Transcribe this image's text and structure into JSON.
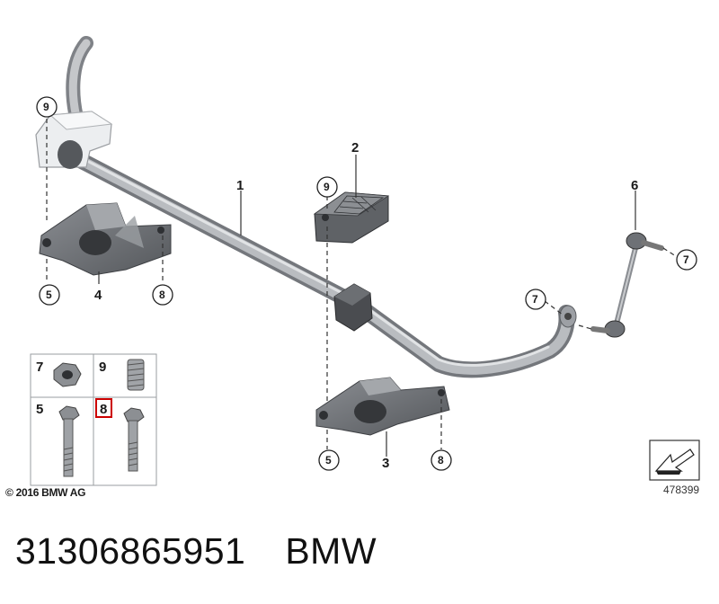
{
  "diagram": {
    "callouts": {
      "bar": "1",
      "clamp_top": "2",
      "bracket_right": "3",
      "bracket_left": "4",
      "bolt_left": "5",
      "bolt_right": "5",
      "link": "6",
      "nut_link_top": "7",
      "nut_link_bottom": "7",
      "screw_left": "8",
      "screw_right": "8",
      "insert_left": "9",
      "insert_right": "9"
    },
    "legend_box": {
      "cells": [
        {
          "num": "7",
          "icon": "flange-nut-icon"
        },
        {
          "num": "9",
          "icon": "threaded-insert-icon"
        },
        {
          "num": "5",
          "icon": "long-bolt-icon"
        },
        {
          "num": "8",
          "icon": "short-bolt-icon",
          "highlight_color": "#cc0000"
        }
      ]
    },
    "copyright": "© 2016 BMW AG",
    "reference_number": "478399",
    "colors": {
      "bar": "#a8abb0",
      "bracket": "#6e7176",
      "bushing": "#4a4c50",
      "highlight": "#cc0000"
    }
  },
  "caption": {
    "part_number": "31306865951",
    "brand": "BMW"
  }
}
